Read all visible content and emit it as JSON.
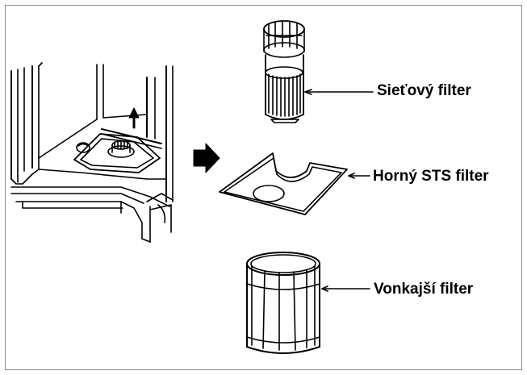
{
  "labels": {
    "mesh_filter": "Sieťový filter",
    "upper_sts_filter": "Horný STS filter",
    "outer_filter": "Vonkajší filter"
  },
  "colors": {
    "line": "#000000",
    "border": "#8c8c8c",
    "background": "#ffffff"
  },
  "icons": {
    "pull_arrow": "arrow-up-icon",
    "step_arrow": "arrow-right-icon"
  }
}
